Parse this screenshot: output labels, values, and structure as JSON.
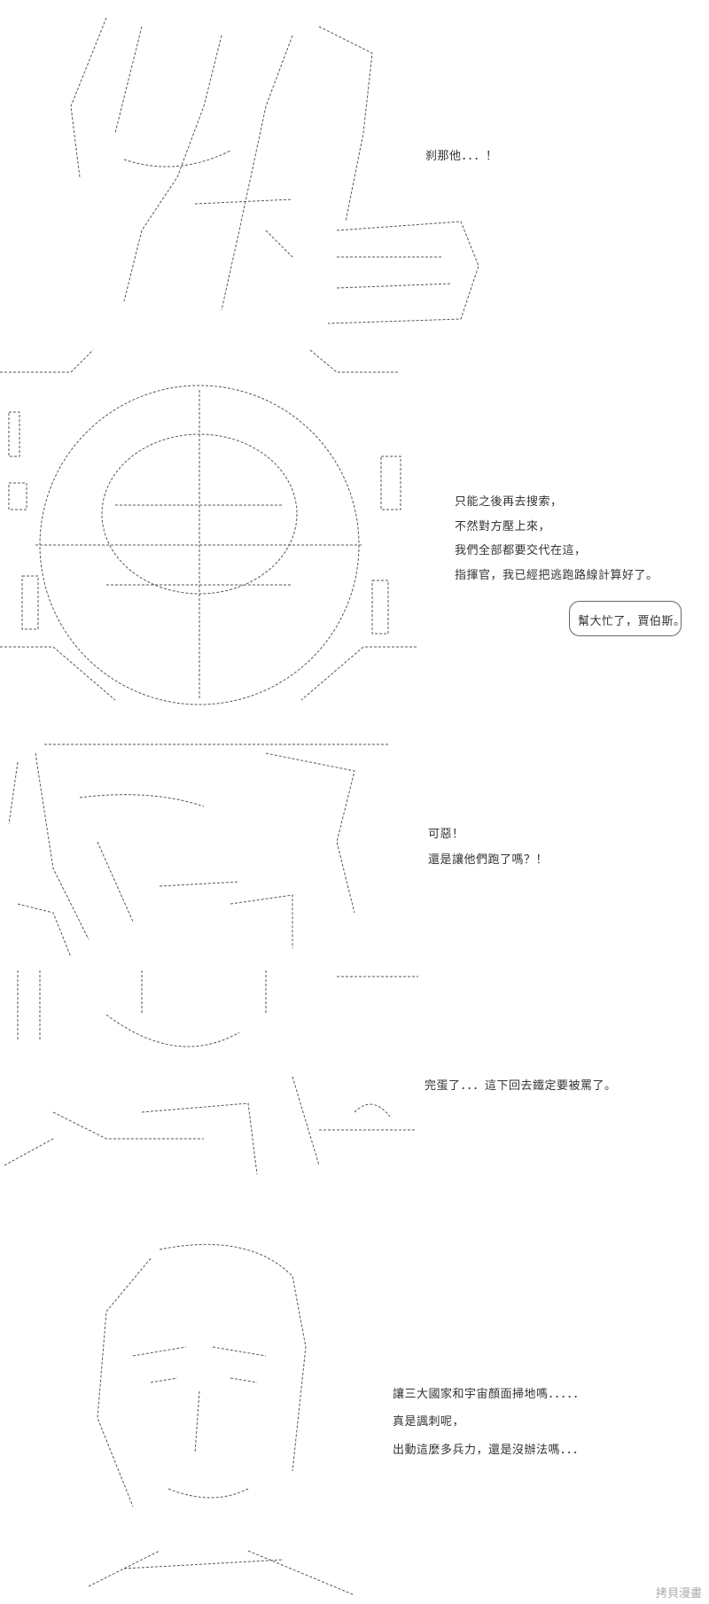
{
  "panel1": {
    "line1": "刹那他．．．！"
  },
  "panel2": {
    "lines": [
      "只能之後再去搜索，",
      "不然對方壓上來，",
      "我們全部都要交代在這，",
      "指揮官，我已經把逃跑路線計算好了。"
    ],
    "bubble": "幫大忙了，賈伯斯。"
  },
  "panel3": {
    "lines": [
      "可惡！",
      "還是讓他們跑了嗎？！"
    ]
  },
  "panel4": {
    "line1": "完蛋了．．．這下回去鐵定要被罵了。"
  },
  "panel5": {
    "lines": [
      "讓三大國家和宇宙顏面掃地嗎．．．．．",
      "真是諷刺呢，",
      "出動這麼多兵力，還是沒辦法嗎．．．"
    ]
  },
  "watermark": "拷貝漫畫"
}
